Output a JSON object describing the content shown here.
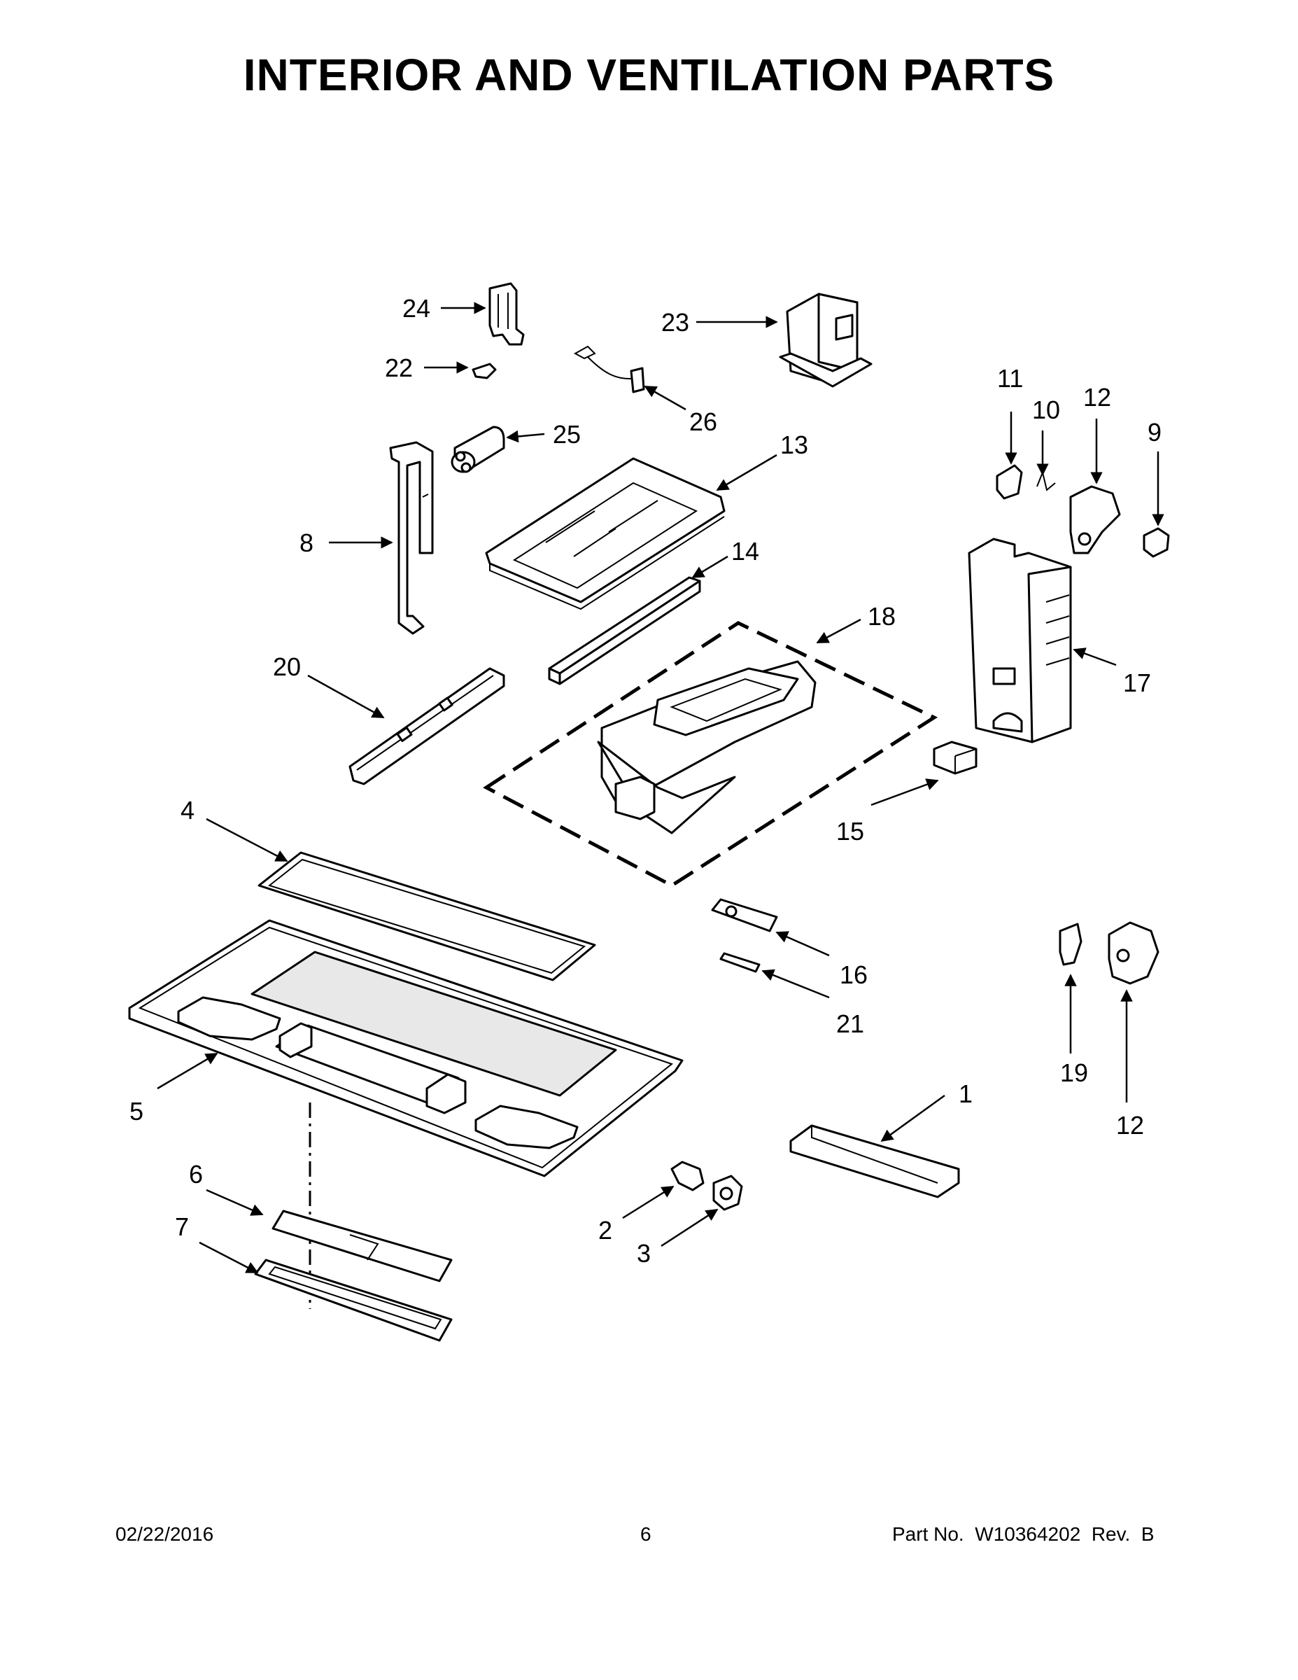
{
  "title": "INTERIOR AND VENTILATION PARTS",
  "footer": {
    "date": "02/22/2016",
    "page": "6",
    "part_no": "Part No.  W10364202  Rev.  B"
  },
  "callouts": {
    "c1": "1",
    "c2": "2",
    "c3": "3",
    "c4": "4",
    "c5": "5",
    "c6": "6",
    "c7": "7",
    "c8": "8",
    "c9": "9",
    "c10": "10",
    "c11": "11",
    "c12a": "12",
    "c12b": "12",
    "c13": "13",
    "c14": "14",
    "c15": "15",
    "c16": "16",
    "c17": "17",
    "c18": "18",
    "c19": "19",
    "c20": "20",
    "c21": "21",
    "c22": "22",
    "c23": "23",
    "c24": "24",
    "c25": "25",
    "c26": "26"
  }
}
